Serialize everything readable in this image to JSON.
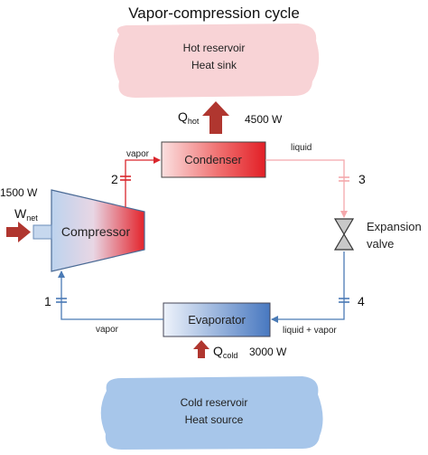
{
  "title": "Vapor-compression cycle",
  "hot_reservoir": {
    "line1": "Hot reservoir",
    "line2": "Heat sink"
  },
  "cold_reservoir": {
    "line1": "Cold reservoir",
    "line2": "Heat source"
  },
  "components": {
    "condenser": "Condenser",
    "compressor": "Compressor",
    "evaporator": "Evaporator",
    "expansion_line1": "Expansion",
    "expansion_line2": "valve"
  },
  "heat": {
    "q_hot_symbol": "Q",
    "q_hot_sub": "hot",
    "q_hot_value": "4500 W",
    "q_cold_symbol": "Q",
    "q_cold_sub": "cold",
    "q_cold_value": "3000 W"
  },
  "work": {
    "symbol": "W",
    "sub": "net",
    "value": "1500 W"
  },
  "flow_labels": {
    "vapor_top": "vapor",
    "liquid_top": "liquid",
    "vapor_bottom": "vapor",
    "liquid_vapor": "liquid + vapor"
  },
  "states": {
    "s1": "1",
    "s2": "2",
    "s3": "3",
    "s4": "4"
  },
  "colors": {
    "hot_cloud": "#f8d3d6",
    "cold_cloud": "#a7c6ea",
    "heat_arrow": "#b0362f",
    "pipe": "#4a7ab5",
    "condenser_red": "#e8282c",
    "evaporator_blue": "#4a7dc2"
  }
}
